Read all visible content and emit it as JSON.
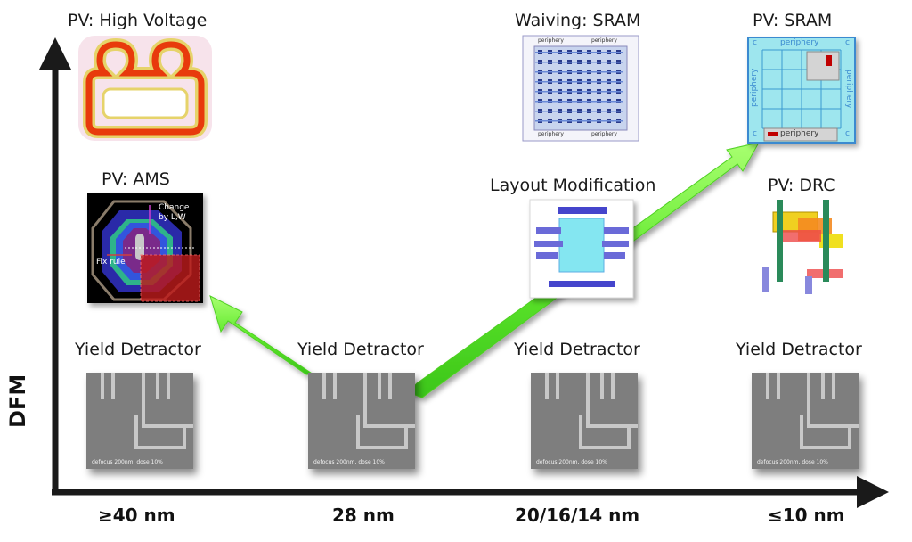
{
  "axes": {
    "y_label": "DFM",
    "x_ticks": [
      "≥40 nm",
      "28 nm",
      "20/16/14 nm",
      "≤10 nm"
    ]
  },
  "nodes": {
    "hv": "PV: High Voltage",
    "ams": "PV: AMS",
    "waiving": "Waiving: SRAM",
    "pv_sram": "PV: SRAM",
    "layout_mod": "Layout Modification",
    "drc": "PV: DRC",
    "yield": [
      "Yield Detractor",
      "Yield Detractor",
      "Yield Detractor",
      "Yield Detractor"
    ]
  },
  "thumb_text": {
    "ams_change": "Change\nby L,W",
    "ams_fix": "Fix rule",
    "sram_periphery": "periphery",
    "sram_corner": "c",
    "sem_caption": "defocus 200nm, dose 10%"
  },
  "colors": {
    "arrow": "#66ee33",
    "axis": "#1a1a1a"
  }
}
